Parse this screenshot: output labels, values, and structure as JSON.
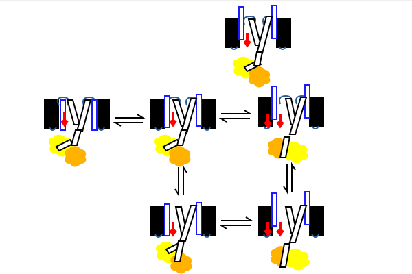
{
  "diagram": {
    "states": [
      {
        "id": "state-1",
        "variant": "a"
      },
      {
        "id": "state-2",
        "variant": "b"
      },
      {
        "id": "state-3",
        "variant": "c"
      },
      {
        "id": "state-4",
        "variant": "c"
      },
      {
        "id": "state-5",
        "variant": "d"
      },
      {
        "id": "state-6",
        "variant": "e"
      }
    ],
    "transitions": [
      {
        "from": "state-1",
        "to": "state-2",
        "direction": "horizontal"
      },
      {
        "from": "state-2",
        "to": "state-4",
        "direction": "horizontal"
      },
      {
        "from": "state-2",
        "to": "state-5",
        "direction": "vertical"
      },
      {
        "from": "state-4",
        "to": "state-6",
        "direction": "vertical"
      },
      {
        "from": "state-5",
        "to": "state-6",
        "direction": "horizontal"
      }
    ],
    "colors": {
      "membrane": "#000000",
      "helix_fill": "#ffffff",
      "helix_outline": "#000000",
      "blue_helix": "#1a1aff",
      "loop": "#2a5c9a",
      "arrow": "#ff0000",
      "domain_yellow": "#ffff00",
      "domain_orange": "#ffb300"
    }
  }
}
